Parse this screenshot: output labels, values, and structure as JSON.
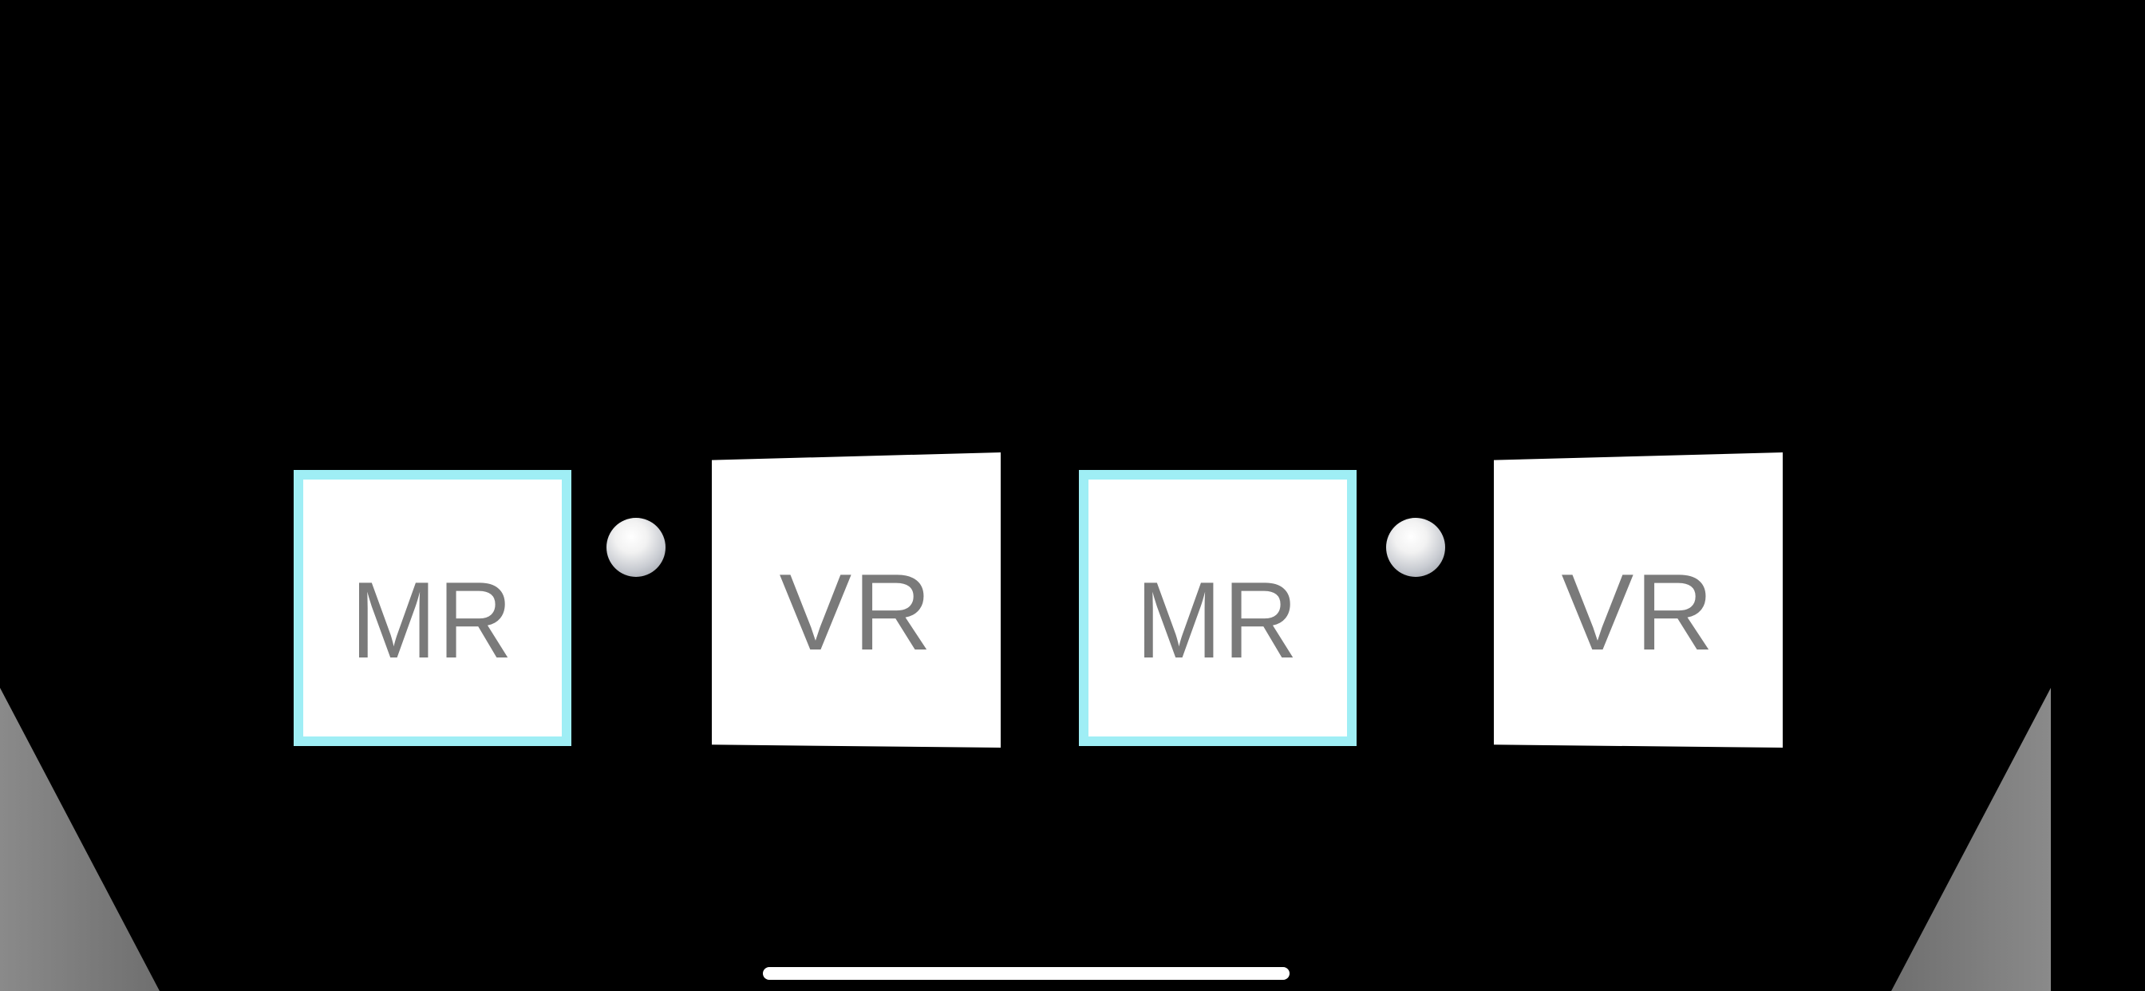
{
  "scene": {
    "background_color": "#000000",
    "floor_color": "#7f7f7f"
  },
  "left_eye": {
    "mr_card": {
      "label": "MR",
      "border_color": "#9feef5",
      "icon": "mr-mode-card"
    },
    "sphere": {
      "icon": "white-sphere"
    },
    "vr_card": {
      "label": "VR",
      "icon": "vr-mode-card"
    }
  },
  "right_eye": {
    "mr_card": {
      "label": "MR",
      "border_color": "#9feef5",
      "icon": "mr-mode-card"
    },
    "sphere": {
      "icon": "white-sphere"
    },
    "vr_card": {
      "label": "VR",
      "icon": "vr-mode-card"
    }
  },
  "system": {
    "home_indicator": {
      "icon": "home-indicator-bar"
    }
  }
}
